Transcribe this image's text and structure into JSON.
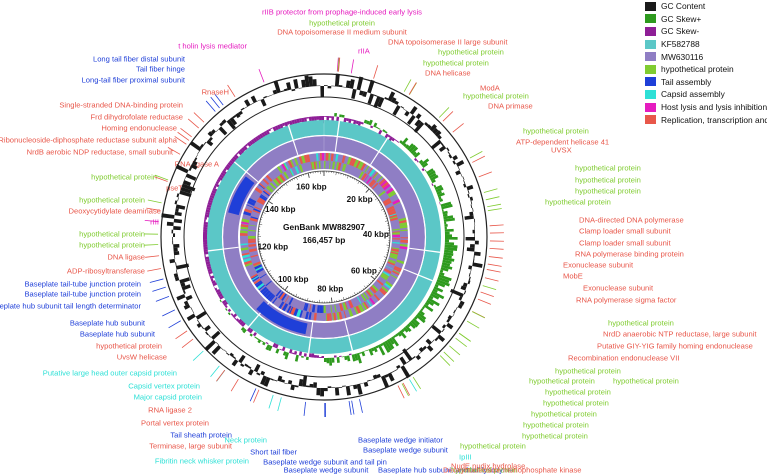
{
  "legend": [
    {
      "label": "GC Content",
      "color": "#1a1a1a"
    },
    {
      "label": "GC Skew+",
      "color": "#2e9a1e"
    },
    {
      "label": "GC Skew-",
      "color": "#8e1e96"
    },
    {
      "label": "KF582788",
      "color": "#5bc7c7"
    },
    {
      "label": "MW630116",
      "color": "#8f7ec4"
    },
    {
      "label": "hypothetical protein",
      "color": "#80cc31"
    },
    {
      "label": "Tail assembly",
      "color": "#1f3fd8"
    },
    {
      "label": "Capsid assembly",
      "color": "#2ee0d6"
    },
    {
      "label": "Host lysis and lysis inhibition",
      "color": "#e51cbf"
    },
    {
      "label": "Replication, transcription and repair",
      "color": "#e8574a"
    }
  ],
  "center": {
    "line1": "GenBank MW882907",
    "line2": "166,457 bp"
  },
  "ticks": [
    "20 kbp",
    "40 kbp",
    "60 kbp",
    "80 kbp",
    "100 kbp",
    "120 kbp",
    "140 kbp",
    "160 kbp"
  ],
  "annotations": [
    {
      "text": "rIIB protector from prophage-induced early lysis",
      "cat": "lysis"
    },
    {
      "text": "hypothetical protein",
      "cat": "hypo"
    },
    {
      "text": "DNA topoisomerase II medium subunit",
      "cat": "rep"
    },
    {
      "text": "DNA topoisomerase II large subunit",
      "cat": "rep"
    },
    {
      "text": "rIIA",
      "cat": "lysis"
    },
    {
      "text": "t holin lysis mediator",
      "cat": "lysis"
    },
    {
      "text": "Long tail fiber distal subunit",
      "cat": "tail"
    },
    {
      "text": "Tail fiber hinge",
      "cat": "tail"
    },
    {
      "text": "Long-tail fiber proximal subunit",
      "cat": "tail"
    },
    {
      "text": "RnaseH",
      "cat": "rep"
    },
    {
      "text": "Single-stranded DNA-binding protein",
      "cat": "rep"
    },
    {
      "text": "Frd dihydrofolate reductase",
      "cat": "rep"
    },
    {
      "text": "Homing endonuclease",
      "cat": "rep"
    },
    {
      "text": "Ribonucleoside-diphosphate reductase subunit alpha",
      "cat": "rep"
    },
    {
      "text": "NrdB aerobic NDP reductase, small subunit",
      "cat": "rep"
    },
    {
      "text": "RNA ligase A",
      "cat": "rep"
    },
    {
      "text": "hypothetical protein",
      "cat": "hypo"
    },
    {
      "text": "pseT",
      "cat": "rep"
    },
    {
      "text": "hypothetical protein",
      "cat": "hypo"
    },
    {
      "text": "Deoxycytidylate deaminase",
      "cat": "rep"
    },
    {
      "text": "rIII",
      "cat": "lysis"
    },
    {
      "text": "hypothetical protein",
      "cat": "hypo"
    },
    {
      "text": "hypothetical protein",
      "cat": "hypo"
    },
    {
      "text": "DNA ligase",
      "cat": "rep"
    },
    {
      "text": "ADP-ribosyltransferase",
      "cat": "rep"
    },
    {
      "text": "Baseplate tail-tube junction protein",
      "cat": "tail"
    },
    {
      "text": "Baseplate tail-tube junction protein",
      "cat": "tail"
    },
    {
      "text": "Baseplate hub subunit tail length determinator",
      "cat": "tail"
    },
    {
      "text": "Baseplate hub subunit",
      "cat": "tail"
    },
    {
      "text": "Baseplate hub subunit",
      "cat": "tail"
    },
    {
      "text": "hypothetical protein",
      "cat": "rep"
    },
    {
      "text": "UvsW helicase",
      "cat": "rep"
    },
    {
      "text": "Putative large head outer capsid protein",
      "cat": "capsid"
    },
    {
      "text": "Capsid vertex protein",
      "cat": "capsid"
    },
    {
      "text": "Major capsid protein",
      "cat": "capsid"
    },
    {
      "text": "RNA ligase 2",
      "cat": "rep"
    },
    {
      "text": "Portal vertex protein",
      "cat": "rep"
    },
    {
      "text": "Tail sheath protein",
      "cat": "tail"
    },
    {
      "text": "Terminase, large subunit",
      "cat": "rep"
    },
    {
      "text": "Neck protein",
      "cat": "capsid"
    },
    {
      "text": "Short tail fiber",
      "cat": "tail"
    },
    {
      "text": "Fibritin neck whisker protein",
      "cat": "capsid"
    },
    {
      "text": "Baseplate wedge initiator",
      "cat": "tail"
    },
    {
      "text": "Baseplate wedge subunit",
      "cat": "tail"
    },
    {
      "text": "Baseplate wedge subunit and tail pin",
      "cat": "tail"
    },
    {
      "text": "Baseplate hub subunit and tail lysozyme",
      "cat": "tail"
    },
    {
      "text": "Baseplate wedge subunit",
      "cat": "tail"
    },
    {
      "text": "hypothetical protein",
      "cat": "hypo"
    },
    {
      "text": "hypothetical protein",
      "cat": "hypo"
    },
    {
      "text": "DNA helicase",
      "cat": "rep"
    },
    {
      "text": "ModA",
      "cat": "rep"
    },
    {
      "text": "hypothetical protein",
      "cat": "hypo"
    },
    {
      "text": "DNA primase",
      "cat": "rep"
    },
    {
      "text": "hypothetical protein",
      "cat": "hypo"
    },
    {
      "text": "ATP-dependent helicase 41",
      "cat": "rep"
    },
    {
      "text": "UVSX",
      "cat": "rep"
    },
    {
      "text": "hypothetical protein",
      "cat": "hypo"
    },
    {
      "text": "hypothetical protein",
      "cat": "hypo"
    },
    {
      "text": "hypothetical protein",
      "cat": "hypo"
    },
    {
      "text": "hypothetical protein",
      "cat": "hypo"
    },
    {
      "text": "DNA-directed DNA polymerase",
      "cat": "rep"
    },
    {
      "text": "Clamp loader small subunit",
      "cat": "rep"
    },
    {
      "text": "Clamp loader small subunit",
      "cat": "rep"
    },
    {
      "text": "RNA polymerase binding protein",
      "cat": "rep"
    },
    {
      "text": "Exonuclease subunit",
      "cat": "rep"
    },
    {
      "text": "MobE",
      "cat": "rep"
    },
    {
      "text": "Exonuclease subunit",
      "cat": "rep"
    },
    {
      "text": "RNA polymerase sigma factor",
      "cat": "rep"
    },
    {
      "text": "hypothetical protein",
      "cat": "hypo"
    },
    {
      "text": "NrdD anaerobic NTP reductase, large subunit",
      "cat": "rep"
    },
    {
      "text": "Putative GIY-YIG family homing endonuclease",
      "cat": "rep"
    },
    {
      "text": "Recombination endonuclease VII",
      "cat": "rep"
    },
    {
      "text": "hypothetical protein",
      "cat": "hypo"
    },
    {
      "text": "hypothetical protein",
      "cat": "hypo"
    },
    {
      "text": "hypothetical protein",
      "cat": "hypo"
    },
    {
      "text": "hypothetical protein",
      "cat": "hypo"
    },
    {
      "text": "hypothetical protein",
      "cat": "hypo"
    },
    {
      "text": "hypothetical protein",
      "cat": "hypo"
    },
    {
      "text": "hypothetical protein",
      "cat": "hypo"
    },
    {
      "text": "hypothetical protein",
      "cat": "hypo"
    },
    {
      "text": "hypothetical protein",
      "cat": "hypo"
    },
    {
      "text": "IpIII",
      "cat": "capsid"
    },
    {
      "text": "NudE nudix hydrolase",
      "cat": "rep"
    },
    {
      "text": "hypothetical protein",
      "cat": "hypo"
    },
    {
      "text": "Deoxynucleoside monophosphate kinase",
      "cat": "rep"
    }
  ]
}
